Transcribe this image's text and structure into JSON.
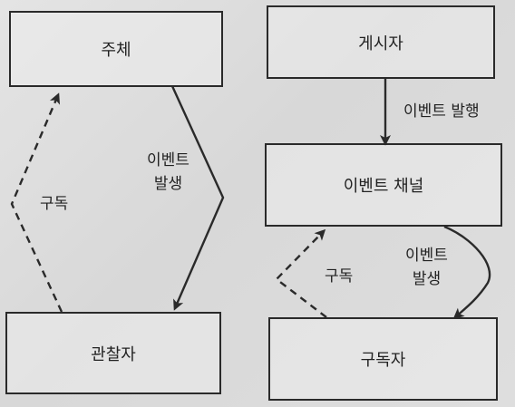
{
  "left_diagram": {
    "subject": "주체",
    "observer": "관찰자",
    "subscribe_label": "구독",
    "event_line1": "이벤트",
    "event_line2": "발생"
  },
  "right_diagram": {
    "publisher": "게시자",
    "channel": "이벤트 채널",
    "subscriber": "구독자",
    "publish_label": "이벤트 발행",
    "subscribe_label": "구독",
    "event_line1": "이벤트",
    "event_line2": "발생"
  }
}
